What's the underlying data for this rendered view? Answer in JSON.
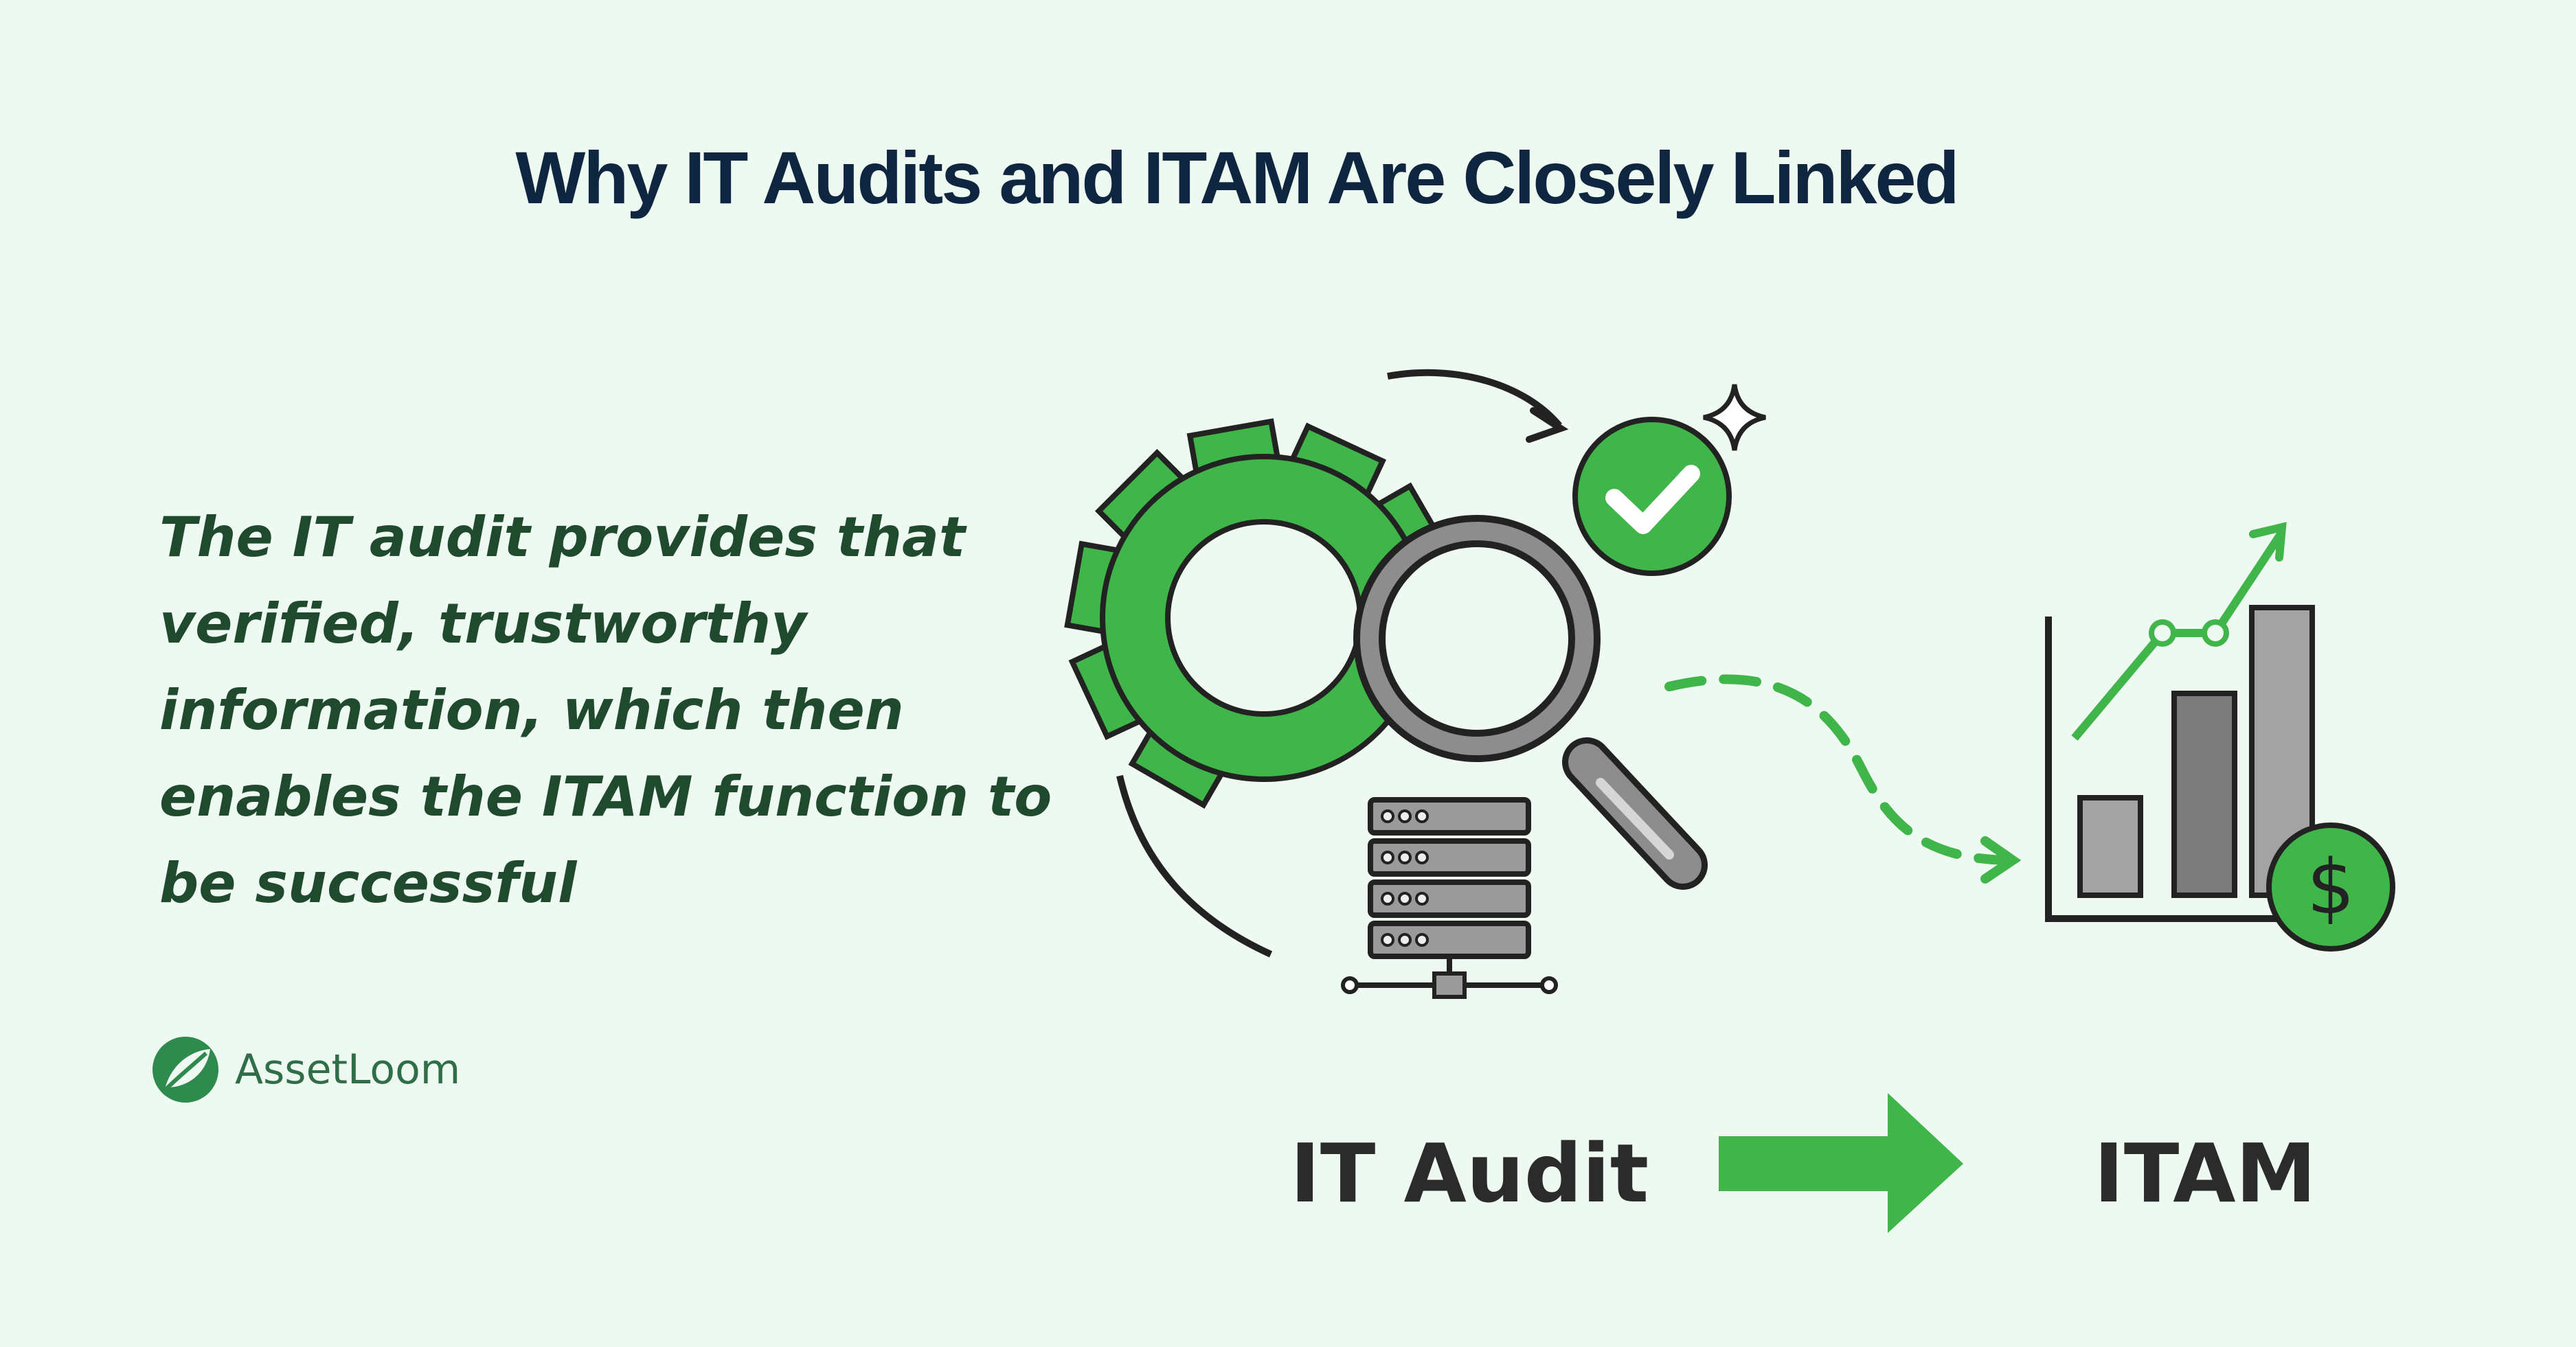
{
  "title": "Why IT Audits and ITAM Are Closely Linked",
  "statement": "The IT audit provides that verified, trustworthy information, which then enables the ITAM function to be successful",
  "brand": {
    "name": "AssetLoom",
    "icon": "leaf-icon"
  },
  "flow": {
    "from": "IT Audit",
    "to": "ITAM"
  },
  "icons": {
    "gear": "gear-icon",
    "magnifier": "magnifier-icon",
    "server": "server-icon",
    "check": "check-badge-icon",
    "sparkle": "sparkle-icon",
    "chart": "bar-chart-icon",
    "dollar": "dollar-badge-icon"
  },
  "colors": {
    "background": "#eef9f1",
    "accent_green": "#3fb54a",
    "title": "#0f2640",
    "statement": "#1f4a2e",
    "dark": "#2b2b2b"
  }
}
